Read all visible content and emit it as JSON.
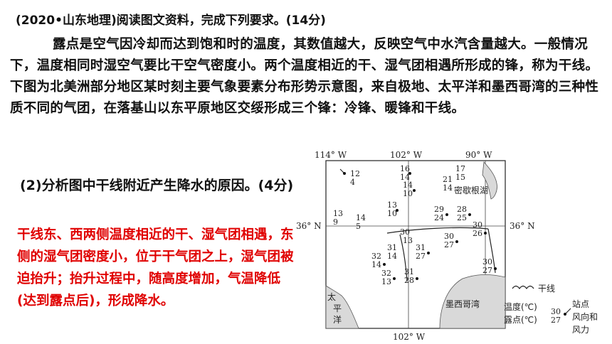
{
  "question_title": "(2020•山东地理)阅读图文资料，完成下列要求。(14分)",
  "passage": "露点是空气因冷却而达到饱和时的温度，其数值越大，反映空气中水汽含量越大。一般情况下，温度相同时湿空气要比干空气密度小。两个温度相近的干、湿气团相遇所形成的锋，称为干线。下图为北美洲部分地区某时刻主要气象要素分布形势示意图，来自极地、太平洋和墨西哥湾的三种性质不同的气团，在落基山以东平原地区交绥形成三个锋：冷锋、暖锋和干线。",
  "sub_question": "(2)分析图中干线附近产生降水的原因。(4分)",
  "answer": "干线东、西两侧温度相近的干、湿气团相遇，东侧的湿气团密度小，位于干气团之上，湿气团被迫抬升；抬升过程中，随高度增加，气温降低(达到露点后)，形成降水。",
  "map": {
    "lon_top": [
      "114° W",
      "102° W",
      "90° W"
    ],
    "lon_bottom": "102° W",
    "lat_left": "36° N",
    "lat_right": "36° N",
    "lake_label": "密歇根湖",
    "gulf_label": "墨西哥湾",
    "pacific_label": [
      "太",
      "平",
      "洋"
    ],
    "legend": {
      "dryline": "干线",
      "temp": "温度(℃)",
      "dew": "露点(℃)",
      "sample_temp": "30",
      "sample_dew": "27",
      "station": "站点",
      "wind": [
        "风向和",
        "风力"
      ]
    },
    "stations": [
      {
        "t": "12",
        "d": "4"
      },
      {
        "t": "16",
        "d": "14"
      },
      {
        "t": "17",
        "d": "15"
      },
      {
        "t": "21",
        "d": "14"
      },
      {
        "t": "14",
        "d": "10"
      },
      {
        "t": "13",
        "d": "10"
      },
      {
        "t": "13",
        "d": "9"
      },
      {
        "t": "14",
        "d": "5"
      },
      {
        "t": "29",
        "d": "24"
      },
      {
        "t": "28",
        "d": "25"
      },
      {
        "t": "30",
        "d": "13"
      },
      {
        "t": "30",
        "d": "26"
      },
      {
        "t": "30",
        "d": "27"
      },
      {
        "t": "31",
        "d": "27"
      },
      {
        "t": "32",
        "d": "14"
      },
      {
        "t": "31",
        "d": "14"
      },
      {
        "t": "32",
        "d": "13"
      },
      {
        "t": "31",
        "d": "28"
      },
      {
        "t": "30",
        "d": "27"
      }
    ]
  }
}
